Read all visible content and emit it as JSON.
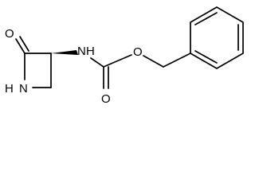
{
  "molecule": {
    "atoms": {
      "ketone_oxygen": "O",
      "ring_nitrogen": "N",
      "ring_nitrogen_h": "H",
      "carbamate_nitrogen": "N",
      "carbamate_nitrogen_h": "H",
      "carbonyl_oxygen": "O",
      "ester_oxygen": "O"
    },
    "colors": {
      "bond": "#000000",
      "label": "#000000",
      "background": "#ffffff"
    }
  }
}
